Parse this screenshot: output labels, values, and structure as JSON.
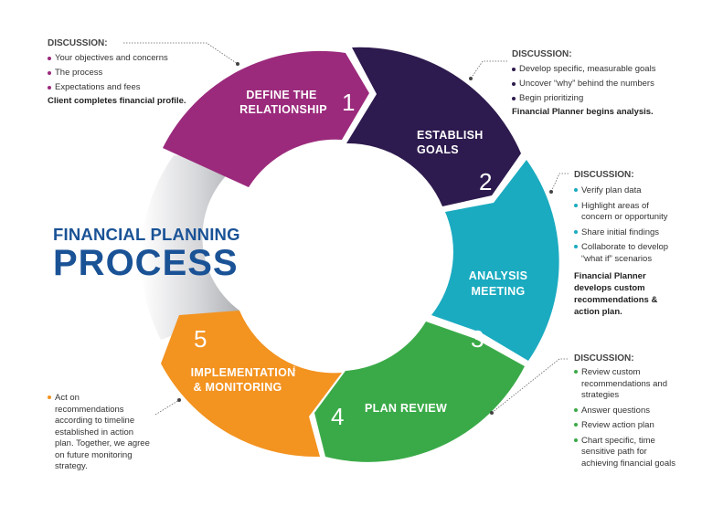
{
  "title": {
    "line1": "FINANCIAL PLANNING",
    "line2": "PROCESS"
  },
  "segments": [
    {
      "num": "1",
      "line1": "DEFINE THE",
      "line2": "RELATIONSHIP",
      "color": "#9b2a7c"
    },
    {
      "num": "2",
      "line1": "ESTABLISH",
      "line2": "GOALS",
      "color": "#2d1a4e"
    },
    {
      "num": "3",
      "line1": "ANALYSIS",
      "line2": "MEETING",
      "color": "#1aabc0"
    },
    {
      "num": "4",
      "line1": "PLAN REVIEW",
      "line2": "",
      "color": "#3aaa48"
    },
    {
      "num": "5",
      "line1": "IMPLEMENTATION",
      "line2": "& MONITORING",
      "color": "#f39320"
    }
  ],
  "panels": {
    "p1": {
      "head": "DISCUSSION:",
      "items": [
        "Your objectives and concerns",
        "The process",
        "Expectations and fees"
      ],
      "foot": "Client completes financial profile."
    },
    "p2": {
      "head": "DISCUSSION:",
      "items": [
        "Develop specific, measurable goals",
        "Uncover “why” behind the numbers",
        "Begin prioritizing"
      ],
      "foot": "Financial Planner begins analysis."
    },
    "p3": {
      "head": "DISCUSSION:",
      "items": [
        "Verify plan data",
        "Highlight areas of concern or opportunity",
        "Share initial findings",
        "Collaborate to develop “what if” scenarios"
      ],
      "foot": "Financial Planner develops custom recommendations & action plan."
    },
    "p4": {
      "head": "DISCUSSION:",
      "items": [
        "Review custom recommendations and strategies",
        "Answer questions",
        "Review action plan",
        "Chart specific, time sensitive path for achieving financial goals"
      ]
    },
    "p5": {
      "items": [
        "Act on recommendations according to timeline established in action plan. Together, we agree on future monitoring strategy."
      ]
    }
  }
}
